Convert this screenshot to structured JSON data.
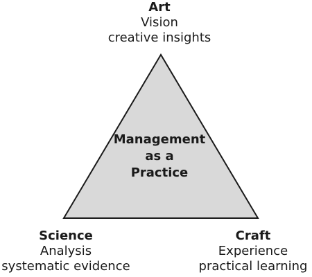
{
  "diagram": {
    "colors": {
      "triangle_fill": "#d9d9d9",
      "triangle_stroke": "#1a1a1a",
      "text": "#1a1a1a"
    },
    "center": {
      "lines": [
        "Management",
        "as a",
        "Practice"
      ]
    },
    "vertices": {
      "top": {
        "title": "Art",
        "lines": [
          "Vision",
          "creative insights"
        ]
      },
      "bottom_left": {
        "title": "Science",
        "lines": [
          "Analysis",
          "systematic evidence"
        ]
      },
      "bottom_right": {
        "title": "Craft",
        "lines": [
          "Experience",
          "practical learning"
        ]
      }
    }
  }
}
